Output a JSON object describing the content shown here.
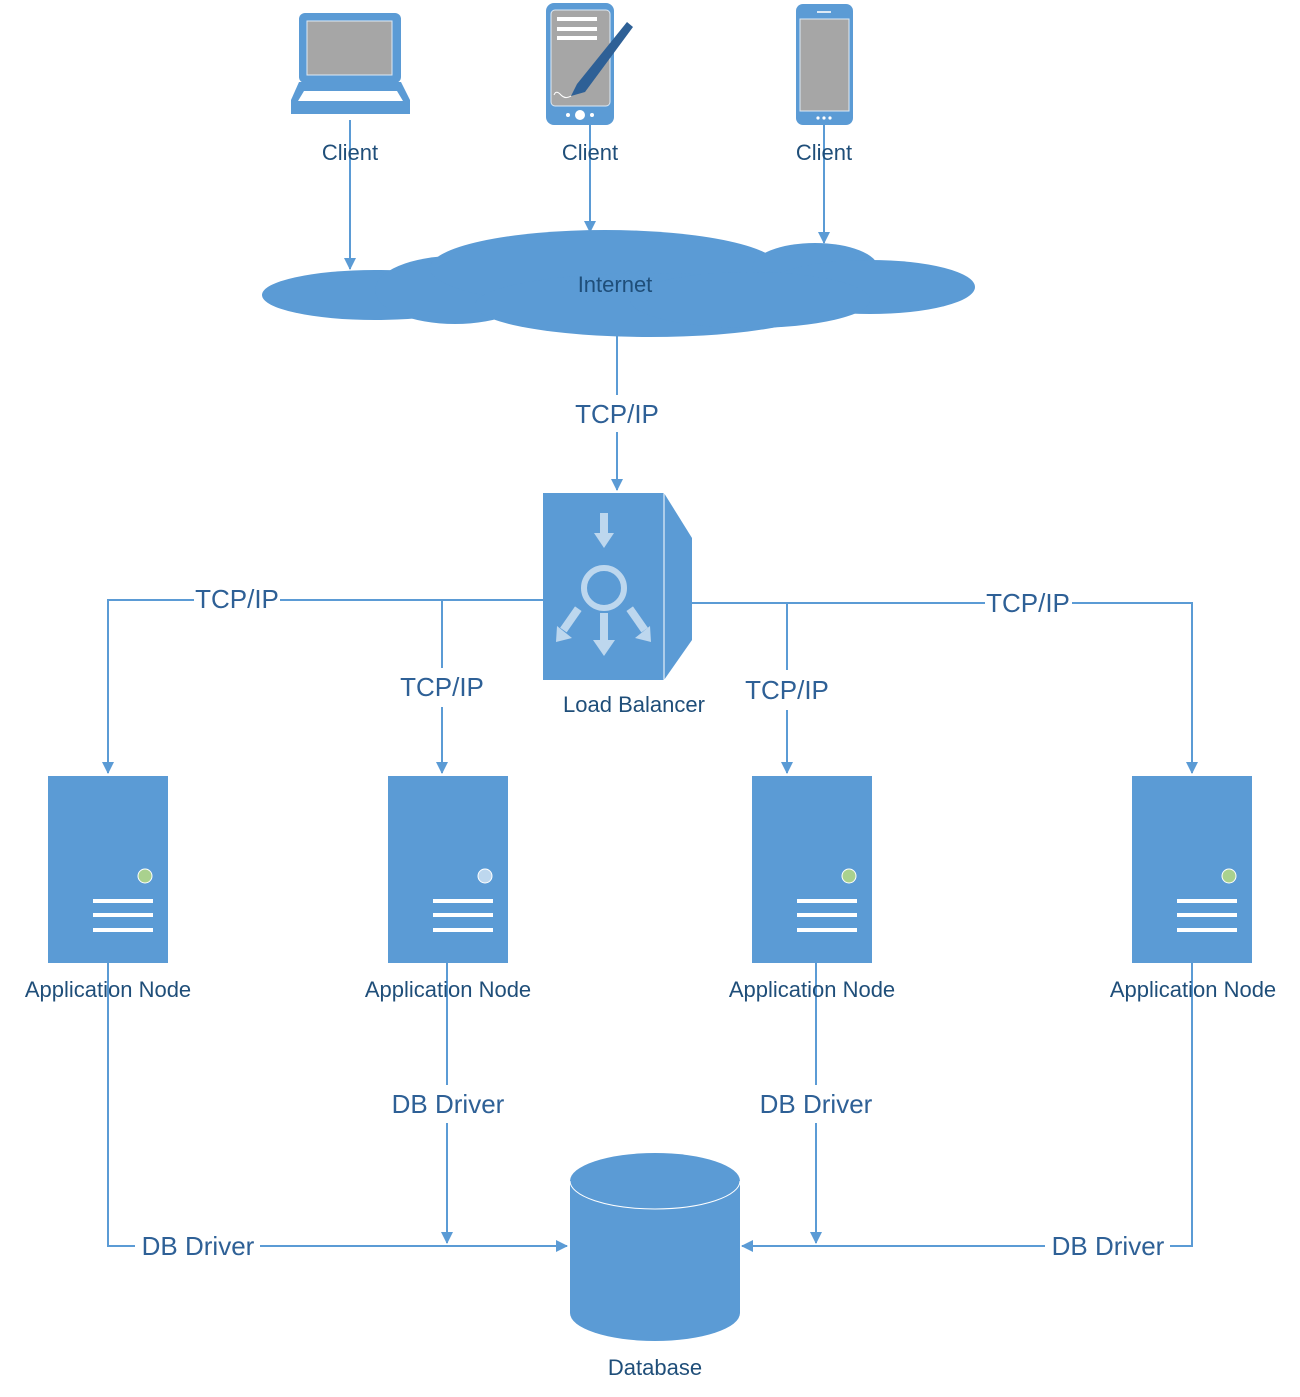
{
  "diagram": {
    "title": "Load-balanced application architecture",
    "colors": {
      "shape": "#5b9bd5",
      "line": "#5b9bd5",
      "label": "#1f4e79",
      "edge_label": "#2e6096",
      "screen": "#a6a6a6",
      "pen": "#2e6096",
      "status_green": "#a9d18e",
      "status_blue": "#bdd7ee",
      "lb_glyph": "#bdd7ee"
    },
    "clients": [
      {
        "label": "Client",
        "device": "laptop-icon"
      },
      {
        "label": "Client",
        "device": "tablet-pen-icon"
      },
      {
        "label": "Client",
        "device": "smartphone-icon"
      }
    ],
    "internet": {
      "label": "Internet",
      "icon": "cloud-icon"
    },
    "internet_to_lb": {
      "label": "TCP/IP"
    },
    "load_balancer": {
      "label": "Load Balancer",
      "icon": "load-balancer-icon"
    },
    "lb_edges": [
      {
        "label": "TCP/IP"
      },
      {
        "label": "TCP/IP"
      },
      {
        "label": "TCP/IP"
      },
      {
        "label": "TCP/IP"
      }
    ],
    "app_nodes": [
      {
        "label": "Application Node",
        "icon": "server-icon",
        "status": "green"
      },
      {
        "label": "Application Node",
        "icon": "server-icon",
        "status": "blue"
      },
      {
        "label": "Application Node",
        "icon": "server-icon",
        "status": "green"
      },
      {
        "label": "Application Node",
        "icon": "server-icon",
        "status": "green"
      }
    ],
    "db_edges": [
      {
        "label": "DB Driver"
      },
      {
        "label": "DB Driver"
      },
      {
        "label": "DB Driver"
      },
      {
        "label": "DB Driver"
      }
    ],
    "database": {
      "label": "Database",
      "icon": "database-icon"
    }
  }
}
